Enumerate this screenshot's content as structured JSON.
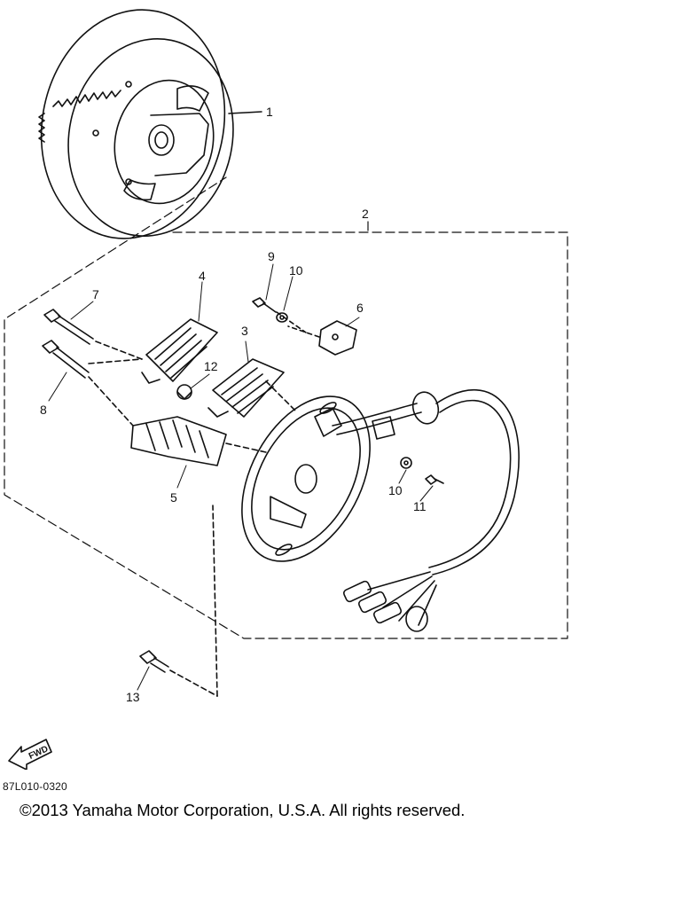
{
  "diagram": {
    "callouts": [
      {
        "id": "c1",
        "label": "1"
      },
      {
        "id": "c2",
        "label": "2"
      },
      {
        "id": "c3",
        "label": "3"
      },
      {
        "id": "c4",
        "label": "4"
      },
      {
        "id": "c5",
        "label": "5"
      },
      {
        "id": "c6",
        "label": "6"
      },
      {
        "id": "c7",
        "label": "7"
      },
      {
        "id": "c8",
        "label": "8"
      },
      {
        "id": "c9",
        "label": "9"
      },
      {
        "id": "c10a",
        "label": "10"
      },
      {
        "id": "c10b",
        "label": "10"
      },
      {
        "id": "c11",
        "label": "11"
      },
      {
        "id": "c12",
        "label": "12"
      },
      {
        "id": "c13",
        "label": "13"
      }
    ],
    "direction_badge": "FWD"
  },
  "footer": {
    "drawing_id": "87L010-0320",
    "copyright": "©2013 Yamaha Motor Corporation, U.S.A. All rights reserved."
  }
}
